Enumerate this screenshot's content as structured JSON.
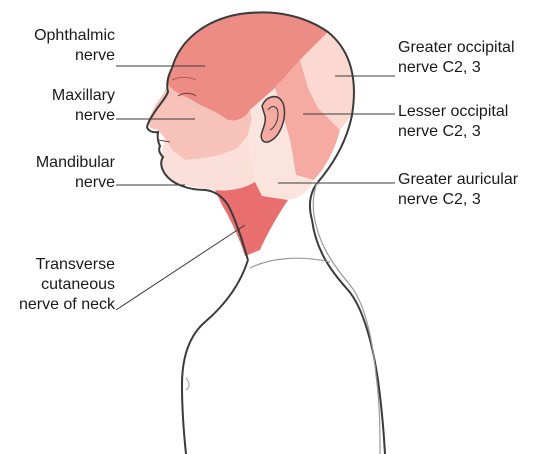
{
  "labels": {
    "ophthalmic": [
      "Ophthalmic",
      "nerve"
    ],
    "maxillary": [
      "Maxillary",
      "nerve"
    ],
    "mandibular": [
      "Mandibular",
      "nerve"
    ],
    "transverse": [
      "Transverse",
      "cutaneous",
      "nerve of neck"
    ],
    "greater_occipital": [
      "Greater occipital",
      "nerve C2, 3"
    ],
    "lesser_occipital": [
      "Lesser occipital",
      "nerve C2, 3"
    ],
    "greater_auricular": [
      "Greater auricular",
      "nerve C2, 3"
    ]
  },
  "colors": {
    "ophthalmic": "#ec8c85",
    "maxillary": "#f7c2ba",
    "mandibular": "#fbe0da",
    "transverse": "#e96e6e",
    "greater_occipital": "#fbd9d1",
    "lesser_occipital": "#f5aaa2",
    "greater_auricular": "#fce4de",
    "outline": "#3b3b3b",
    "body_line": "#8a8a8a"
  }
}
